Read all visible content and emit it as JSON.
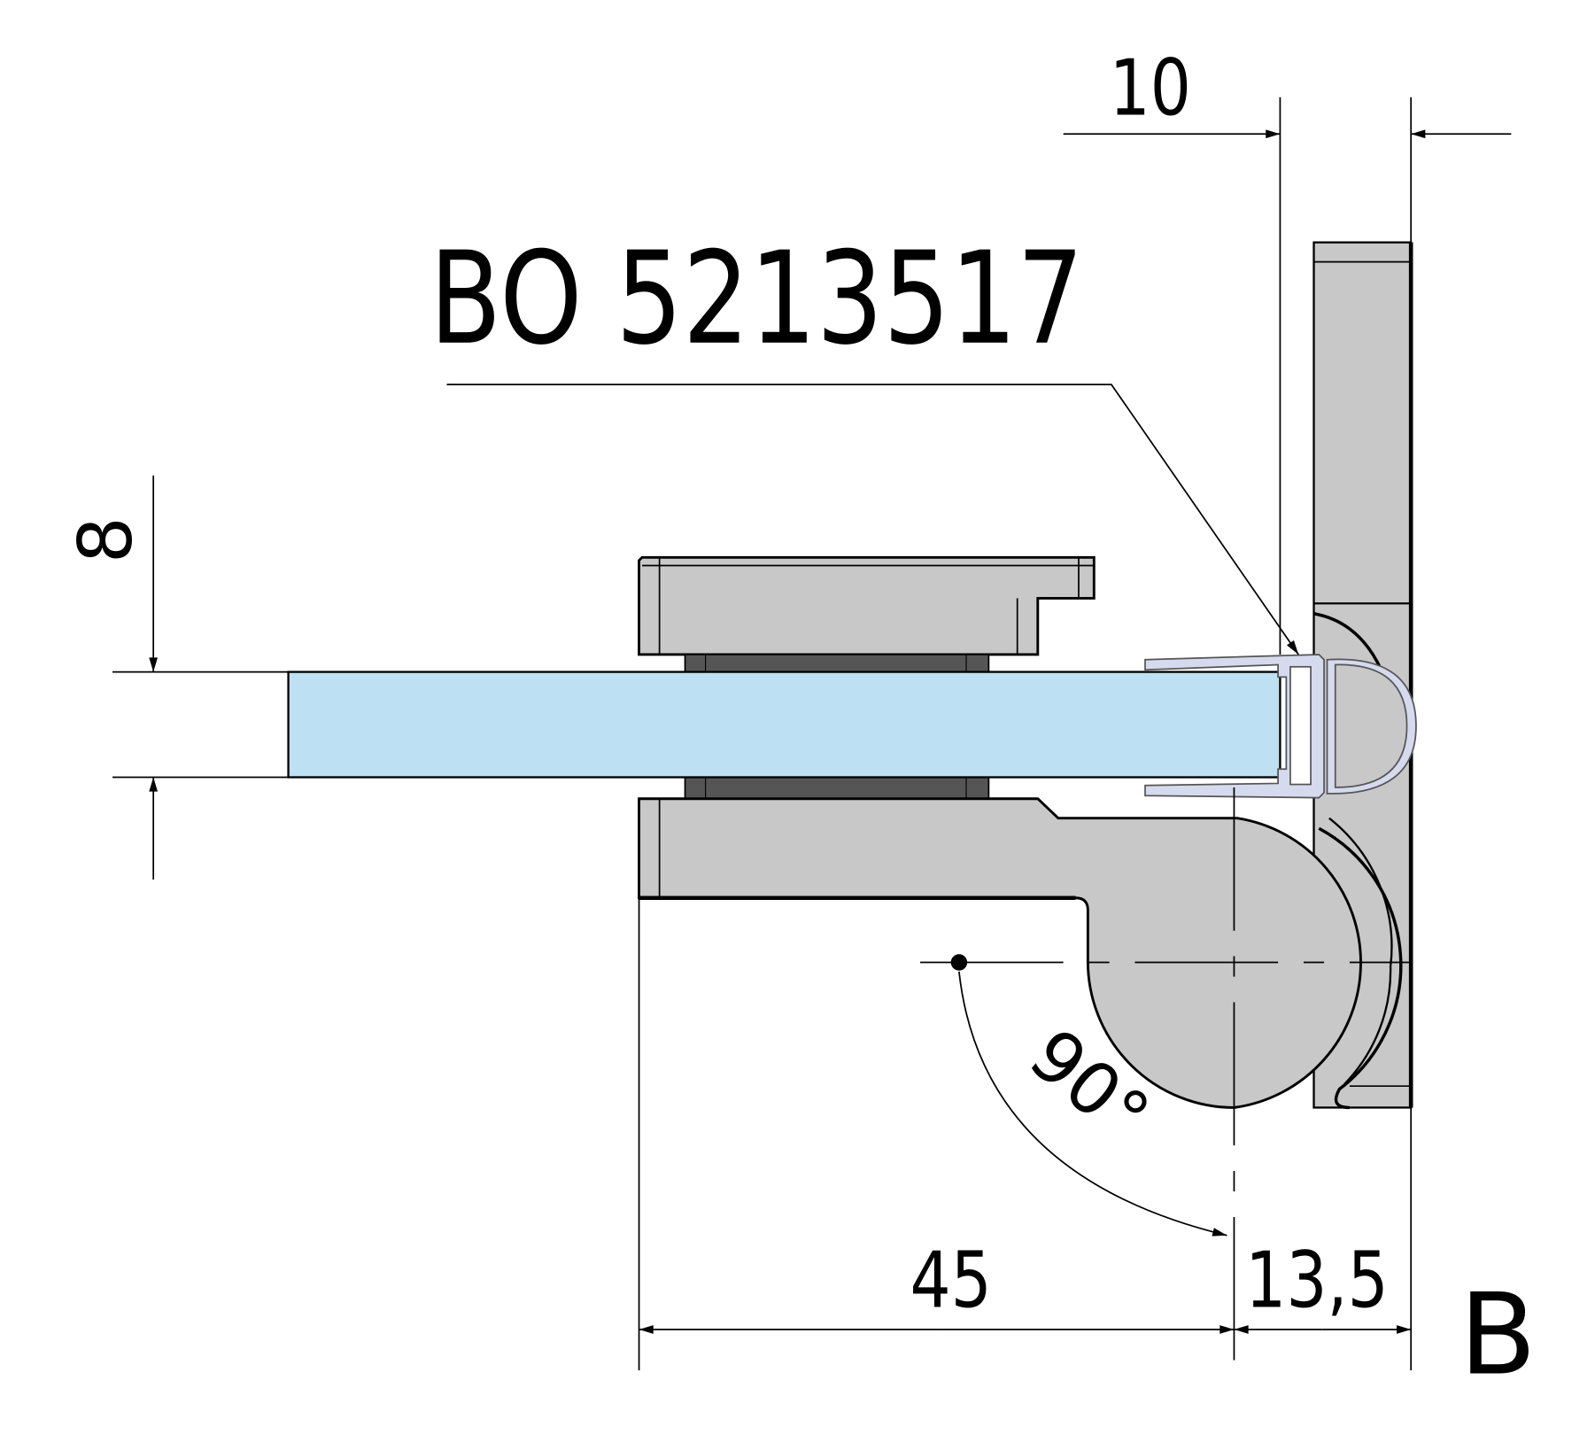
{
  "drawing": {
    "part_label": "BO 5213517",
    "view_label": "B",
    "dimensions": {
      "glass_thickness": "8",
      "offset_top": "10",
      "clamp_length": "45",
      "pivot_offset": "13,5",
      "swing_angle": "90°"
    },
    "colors": {
      "glass": "#bde0f2",
      "metal": "#c8c8c8",
      "gasket": "#555555",
      "seal": "#d6daee"
    }
  }
}
